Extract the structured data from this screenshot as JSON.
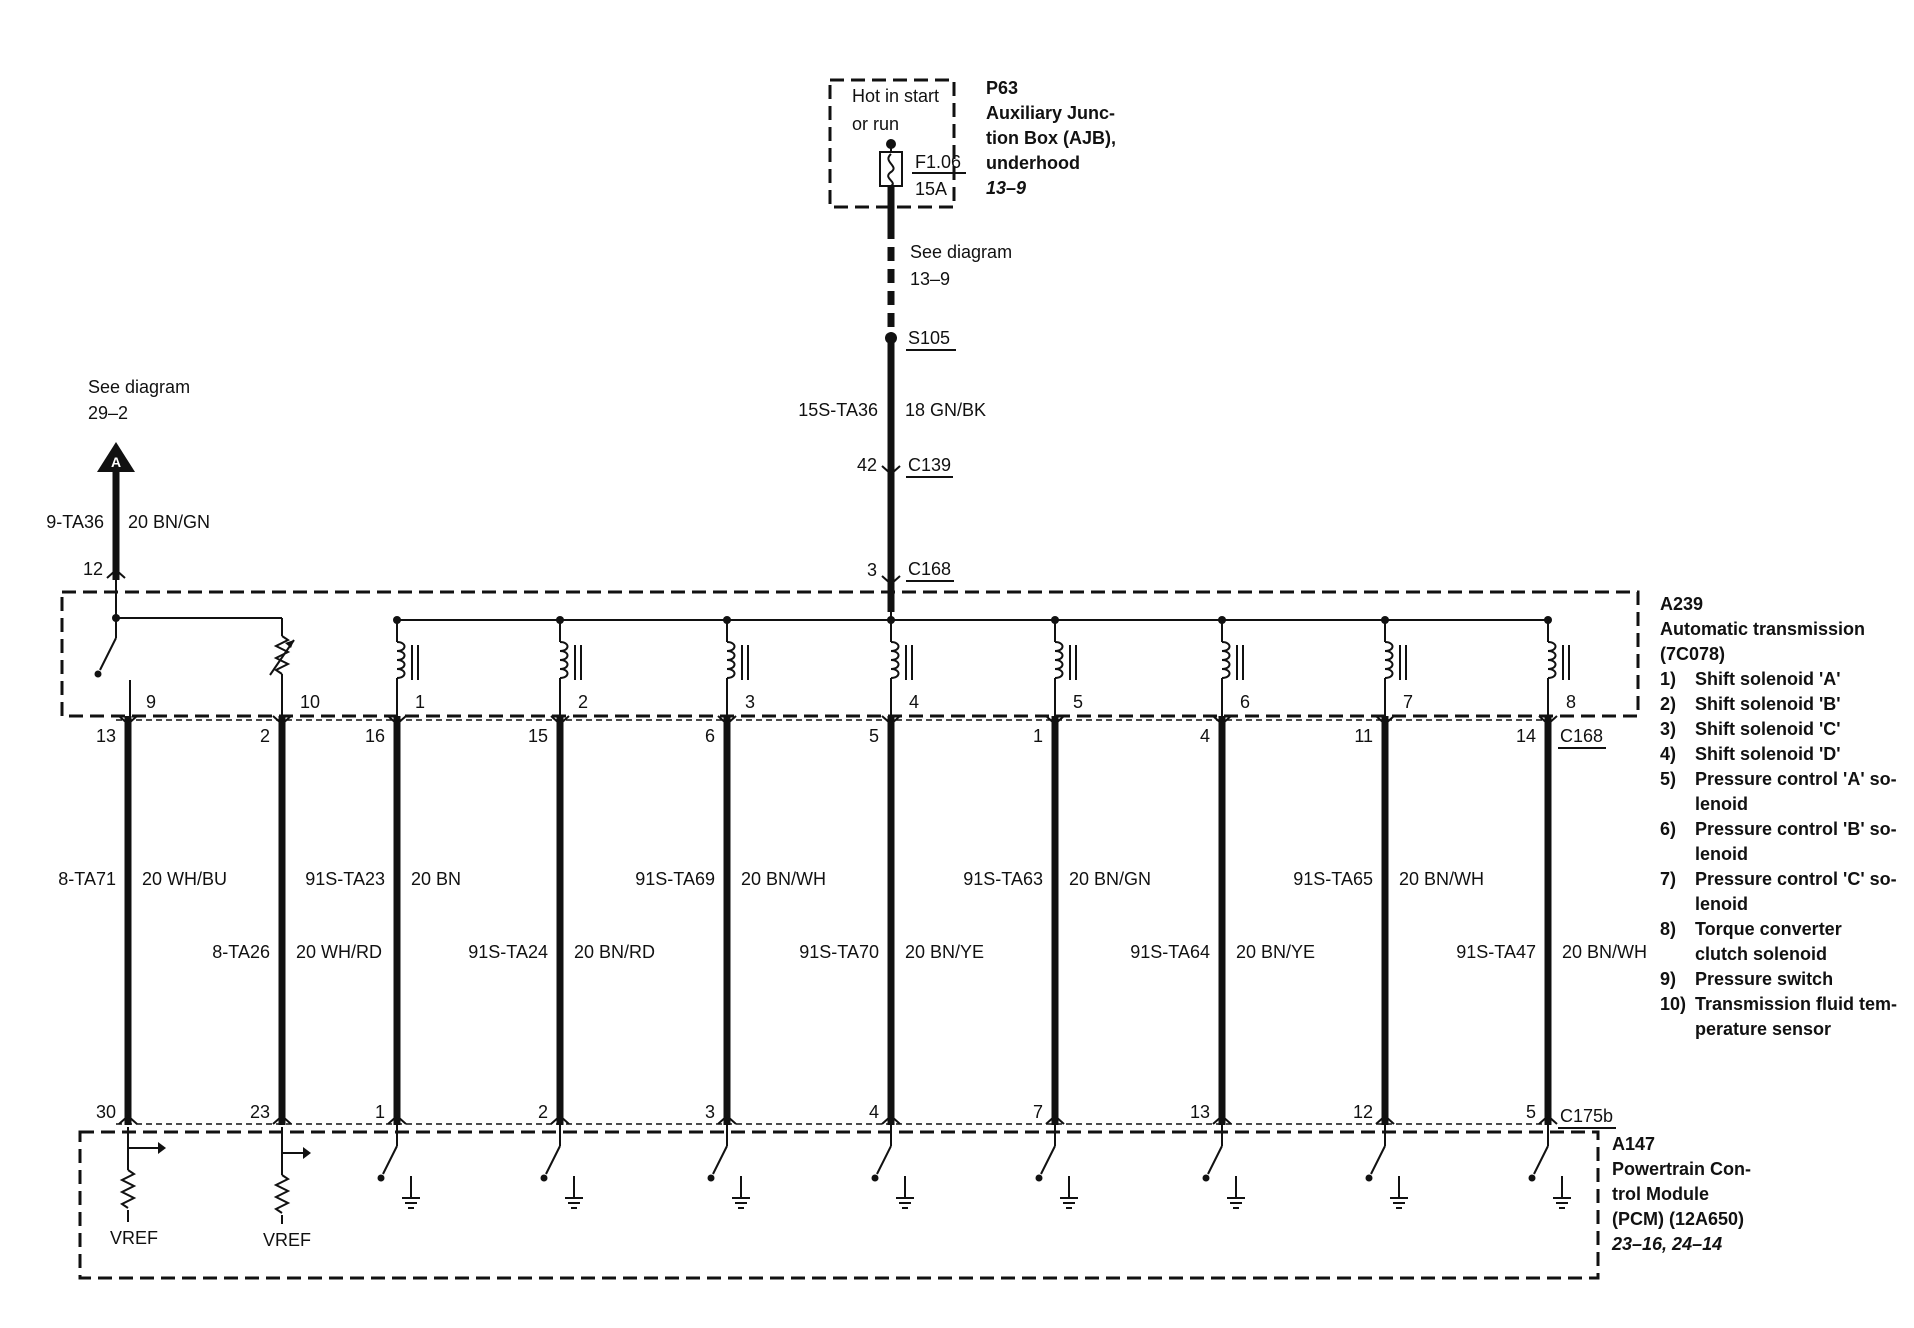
{
  "fuse_box": {
    "hot_line1": "Hot in start",
    "hot_line2": "or run",
    "fuse_id": "F1.06",
    "fuse_rating": "15A",
    "ref": "P63",
    "name_line1": "Auxiliary Junc-",
    "name_line2": "tion Box (AJB),",
    "name_line3": "underhood",
    "page_ref": "13–9"
  },
  "feed": {
    "see_diagram": "See diagram",
    "see_diagram_ref": "13–9",
    "splice": "S105",
    "circuit": "15S-TA36",
    "wire": "18 GN/BK",
    "c139_pin": "42",
    "c139": "C139",
    "c168_pin": "3",
    "c168": "C168"
  },
  "offpage": {
    "see_diagram": "See diagram",
    "ref": "29–2",
    "marker": "A",
    "circuit": "9-TA36",
    "wire": "20 BN/GN",
    "pin": "12"
  },
  "transmission": {
    "ref": "A239",
    "name_line1": "Automatic transmission",
    "name_line2": "(7C078)",
    "legend": [
      {
        "num": "1)",
        "lines": [
          "Shift solenoid 'A'"
        ]
      },
      {
        "num": "2)",
        "lines": [
          "Shift solenoid 'B'"
        ]
      },
      {
        "num": "3)",
        "lines": [
          "Shift solenoid 'C'"
        ]
      },
      {
        "num": "4)",
        "lines": [
          "Shift solenoid 'D'"
        ]
      },
      {
        "num": "5)",
        "lines": [
          "Pressure control 'A' so-",
          "lenoid"
        ]
      },
      {
        "num": "6)",
        "lines": [
          "Pressure control 'B' so-",
          "lenoid"
        ]
      },
      {
        "num": "7)",
        "lines": [
          "Pressure control 'C' so-",
          "lenoid"
        ]
      },
      {
        "num": "8)",
        "lines": [
          "Torque converter",
          "clutch solenoid"
        ]
      },
      {
        "num": "9)",
        "lines": [
          "Pressure switch"
        ]
      },
      {
        "num": "10)",
        "lines": [
          "Transmission fluid tem-",
          "perature sensor"
        ]
      }
    ]
  },
  "connectors": {
    "upper": "C168",
    "lower": "C175b"
  },
  "pcm": {
    "ref": "A147",
    "name_line1": "Powertrain Con-",
    "name_line2": "trol Module",
    "name_line3": "(PCM) (12A650)",
    "page_refs": "23–16, 24–14",
    "vref1": "VREF",
    "vref2": "VREF"
  },
  "circuits": [
    {
      "comp": "9",
      "c168_pin": "13",
      "circuit": "8-TA71",
      "wire": "20 WH/BU",
      "pcm_pin": "30"
    },
    {
      "comp": "10",
      "c168_pin": "2",
      "circuit": "8-TA26",
      "wire": "20 WH/RD",
      "pcm_pin": "23"
    },
    {
      "comp": "1",
      "c168_pin": "16",
      "circuit": "91S-TA23",
      "wire": "20 BN",
      "pcm_pin": "1"
    },
    {
      "comp": "2",
      "c168_pin": "15",
      "circuit": "91S-TA24",
      "wire": "20 BN/RD",
      "pcm_pin": "2"
    },
    {
      "comp": "3",
      "c168_pin": "6",
      "circuit": "91S-TA69",
      "wire": "20 BN/WH",
      "pcm_pin": "3"
    },
    {
      "comp": "4",
      "c168_pin": "5",
      "circuit": "91S-TA70",
      "wire": "20 BN/YE",
      "pcm_pin": "4"
    },
    {
      "comp": "5",
      "c168_pin": "1",
      "circuit": "91S-TA63",
      "wire": "20 BN/GN",
      "pcm_pin": "7"
    },
    {
      "comp": "6",
      "c168_pin": "4",
      "circuit": "91S-TA64",
      "wire": "20 BN/YE",
      "pcm_pin": "13"
    },
    {
      "comp": "7",
      "c168_pin": "11",
      "circuit": "91S-TA65",
      "wire": "20 BN/WH",
      "pcm_pin": "12"
    },
    {
      "comp": "8",
      "c168_pin": "14",
      "circuit": "91S-TA47",
      "wire": "20 BN/WH",
      "pcm_pin": "5"
    }
  ]
}
